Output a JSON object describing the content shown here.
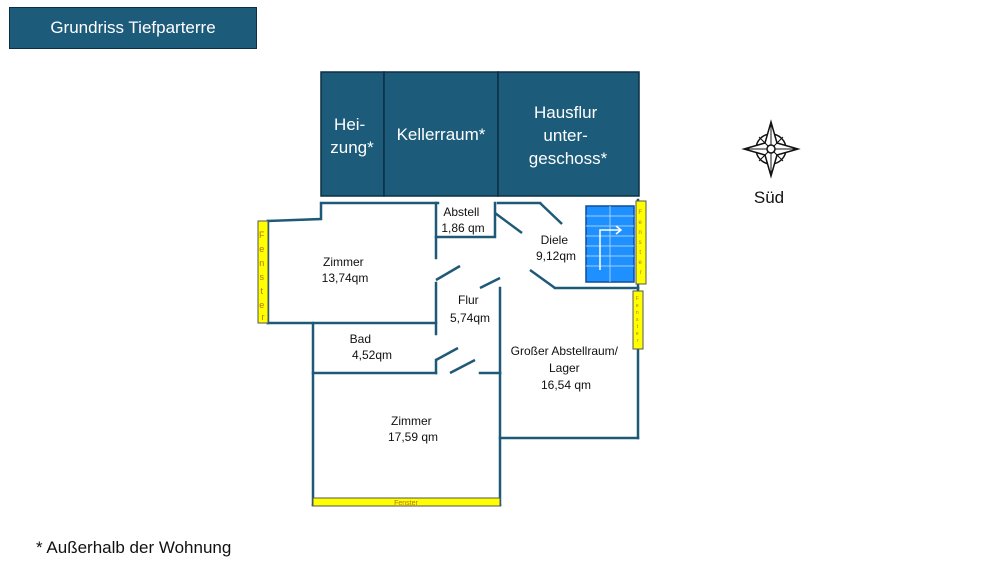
{
  "title": "Grundriss Tiefparterre",
  "footnote": "* Außerhalb der Wohnung",
  "compass": {
    "label": "Süd",
    "icon": "compass-rose-icon"
  },
  "colors": {
    "dark_block": "#1c5b7a",
    "wall": "#1e5a78",
    "window": "#ffff00",
    "stairs": "#1e90ff"
  },
  "outside_rooms": {
    "heizung": [
      "Hei-",
      "zung*"
    ],
    "kellerraum": [
      "Kellerraum*"
    ],
    "hausflur": [
      "Hausflur",
      "unter-",
      "geschoss*"
    ]
  },
  "rooms": {
    "zimmer1": [
      "Zimmer",
      "13,74qm"
    ],
    "abstell": [
      "Abstell",
      "1,86 qm"
    ],
    "diele": [
      "Diele",
      "9,12qm"
    ],
    "flur": [
      "Flur",
      "5,74qm"
    ],
    "bad": [
      "Bad",
      "4,52qm"
    ],
    "lager": [
      "Großer Abstellraum/",
      "Lager",
      "16,54 qm"
    ],
    "zimmer2": [
      "Zimmer",
      "17,59 qm"
    ]
  },
  "windows": {
    "left": [
      "F",
      "e",
      "n",
      "s",
      "t",
      "e",
      "r"
    ],
    "right_top": [
      "F",
      "e",
      "n",
      "s",
      "t",
      "e",
      "r"
    ],
    "right_bottom": [
      "F",
      "e",
      "n",
      "s",
      "t",
      "e",
      "r"
    ],
    "bottom": "Fenster"
  }
}
